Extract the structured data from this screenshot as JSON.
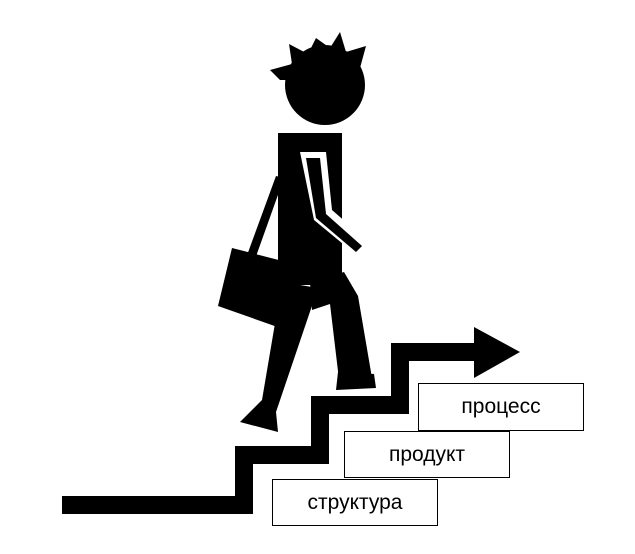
{
  "steps": {
    "structure": "структура",
    "product": "продукт",
    "process": "процесс"
  },
  "colors": {
    "ink": "#000000",
    "background": "#ffffff"
  },
  "icons": [
    "walking-person-icon",
    "crown-icon",
    "shoulder-bag-icon",
    "staircase-arrow-icon"
  ]
}
